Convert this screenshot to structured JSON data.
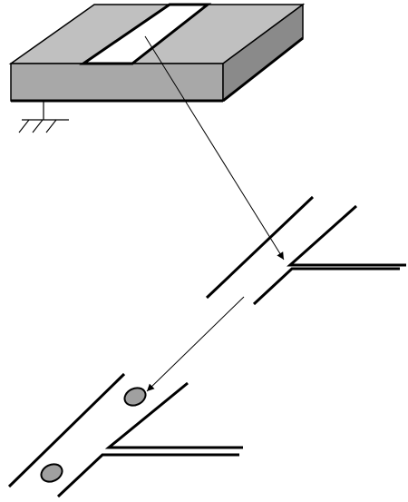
{
  "colors": {
    "background": "#ffffff",
    "block_top": "#c0c0c0",
    "block_front": "#a8a8a8",
    "block_side": "#8a8a8a",
    "slot_fill": "#ffffff",
    "line": "#000000",
    "ellipse_fill": "#a0a0a0"
  },
  "components": [
    "substrate-block",
    "slot-aperture",
    "ground-symbol",
    "magnified-slot-transition",
    "detailed-slot-transition",
    "upper-ellipse-marker",
    "lower-ellipse-marker"
  ]
}
